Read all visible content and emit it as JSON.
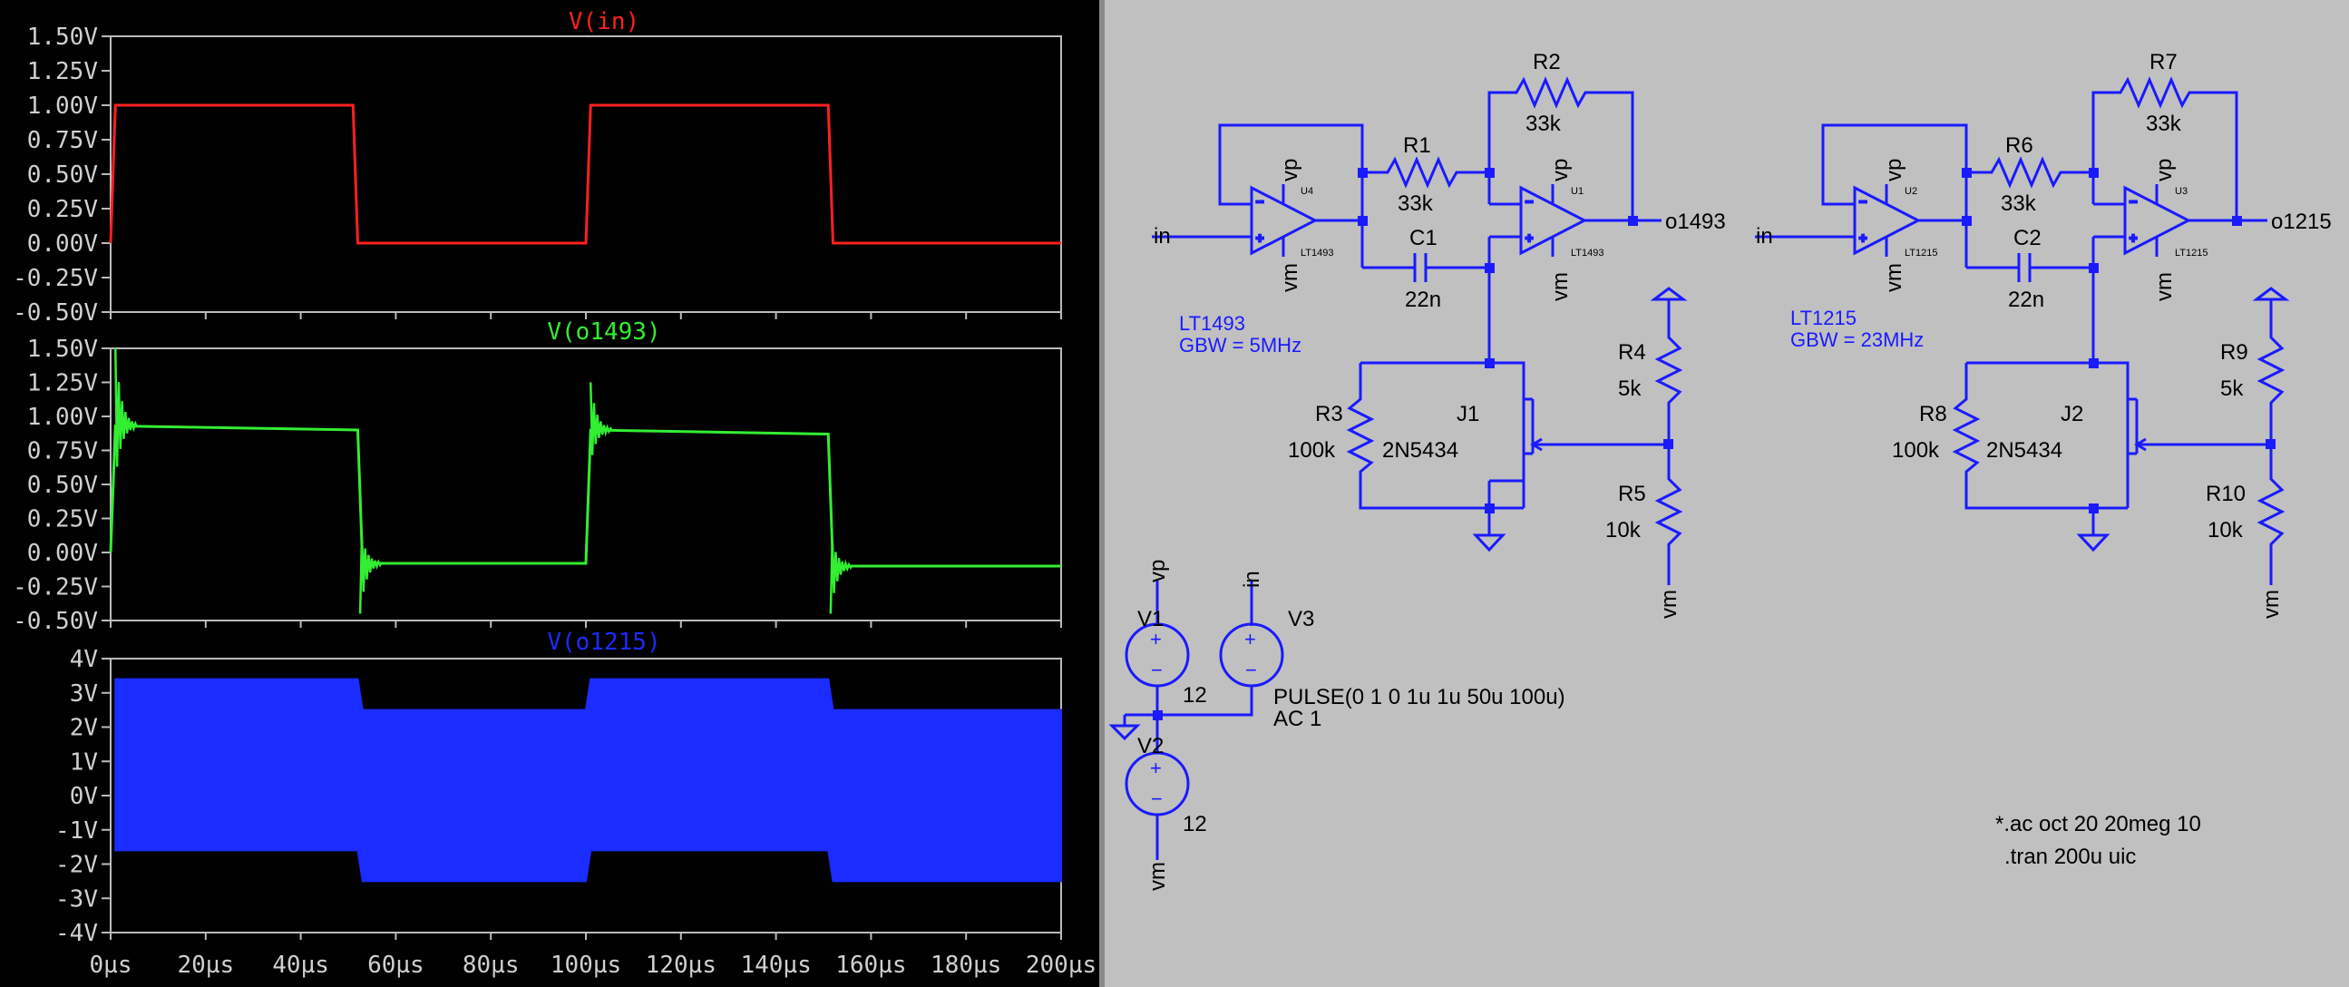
{
  "waveform_viewer": {
    "x_tick_labels": [
      "0µs",
      "20µs",
      "40µs",
      "60µs",
      "80µs",
      "100µs",
      "120µs",
      "140µs",
      "160µs",
      "180µs",
      "200µs"
    ],
    "panes": [
      {
        "trace_label": "V(in)",
        "color": "#ff2020",
        "y_tick_labels": [
          "1.50V",
          "1.25V",
          "1.00V",
          "0.75V",
          "0.50V",
          "0.25V",
          "0.00V",
          "-0.25V",
          "-0.50V"
        ]
      },
      {
        "trace_label": "V(o1493)",
        "color": "#33ee33",
        "y_tick_labels": [
          "1.50V",
          "1.25V",
          "1.00V",
          "0.75V",
          "0.50V",
          "0.25V",
          "0.00V",
          "-0.25V",
          "-0.50V"
        ]
      },
      {
        "trace_label": "V(o1215)",
        "color": "#1a2cff",
        "y_tick_labels": [
          "4V",
          "3V",
          "2V",
          "1V",
          "0V",
          "-1V",
          "-2V",
          "-3V",
          "-4V"
        ]
      }
    ]
  },
  "chart_data": [
    {
      "type": "line",
      "title": "V(in)",
      "xlim": [
        0,
        200
      ],
      "ylim": [
        -0.5,
        1.5
      ],
      "series": [
        {
          "name": "V(in)",
          "x": [
            0,
            1,
            51,
            52,
            100,
            101,
            151,
            152,
            200
          ],
          "y": [
            0,
            1,
            1,
            0,
            0,
            1,
            1,
            0,
            0
          ]
        }
      ]
    },
    {
      "type": "line",
      "title": "V(o1493)",
      "xlim": [
        0,
        200
      ],
      "ylim": [
        -0.5,
        1.5
      ],
      "series": [
        {
          "name": "V(o1493)",
          "x": [
            0,
            1,
            52,
            53,
            100,
            101,
            151,
            152,
            200
          ],
          "y": [
            0,
            0.93,
            0.9,
            -0.08,
            -0.08,
            0.9,
            0.87,
            -0.1,
            -0.1
          ]
        }
      ]
    },
    {
      "type": "area",
      "title": "V(o1215)",
      "xlim": [
        0,
        200
      ],
      "ylim": [
        -4,
        4
      ],
      "series": [
        {
          "name": "V(o1215) upper envelope",
          "x": [
            1,
            52,
            53,
            100,
            101,
            151,
            152,
            200
          ],
          "y": [
            3.4,
            3.4,
            2.5,
            2.5,
            3.4,
            3.4,
            2.5,
            2.5
          ]
        },
        {
          "name": "V(o1215) lower envelope",
          "x": [
            1,
            52,
            53,
            100,
            101,
            151,
            152,
            200
          ],
          "y": [
            -1.6,
            -1.6,
            -2.5,
            -2.5,
            -1.6,
            -1.6,
            -2.5,
            -2.5
          ]
        }
      ]
    }
  ],
  "schematic": {
    "labels": {
      "R1": "R1",
      "R1v": "33k",
      "R2": "R2",
      "R2v": "33k",
      "C1": "C1",
      "C1v": "22n",
      "R3": "R3",
      "R3v": "100k",
      "J1": "J1",
      "J1v": "2N5434",
      "R4": "R4",
      "R4v": "5k",
      "R5": "R5",
      "R5v": "10k",
      "U4": "U4",
      "U1": "U1",
      "LT1493a": "LT1493",
      "LT1493b": "LT1493",
      "note1a": "LT1493",
      "note1b": "GBW = 5MHz",
      "out1": "o1493",
      "R6": "R6",
      "R6v": "33k",
      "R7": "R7",
      "R7v": "33k",
      "C2": "C2",
      "C2v": "22n",
      "R8": "R8",
      "R8v": "100k",
      "J2": "J2",
      "J2v": "2N5434",
      "R9": "R9",
      "R9v": "5k",
      "R10": "R10",
      "R10v": "10k",
      "U2": "U2",
      "U3": "U3",
      "LT1215a": "LT1215",
      "LT1215b": "LT1215",
      "note2a": "LT1215",
      "note2b": "GBW = 23MHz",
      "out2": "o1215",
      "in": "in",
      "vp": "vp",
      "vm": "vm",
      "V1": "V1",
      "V1v": "12",
      "V2": "V2",
      "V2v": "12",
      "V3": "V3",
      "V3v1": "PULSE(0 1 0 1u 1u 50u 100u)",
      "V3v2": "AC 1",
      "dir1": "*.ac oct 20 20meg 10",
      "dir2": ".tran 200u uic"
    }
  }
}
